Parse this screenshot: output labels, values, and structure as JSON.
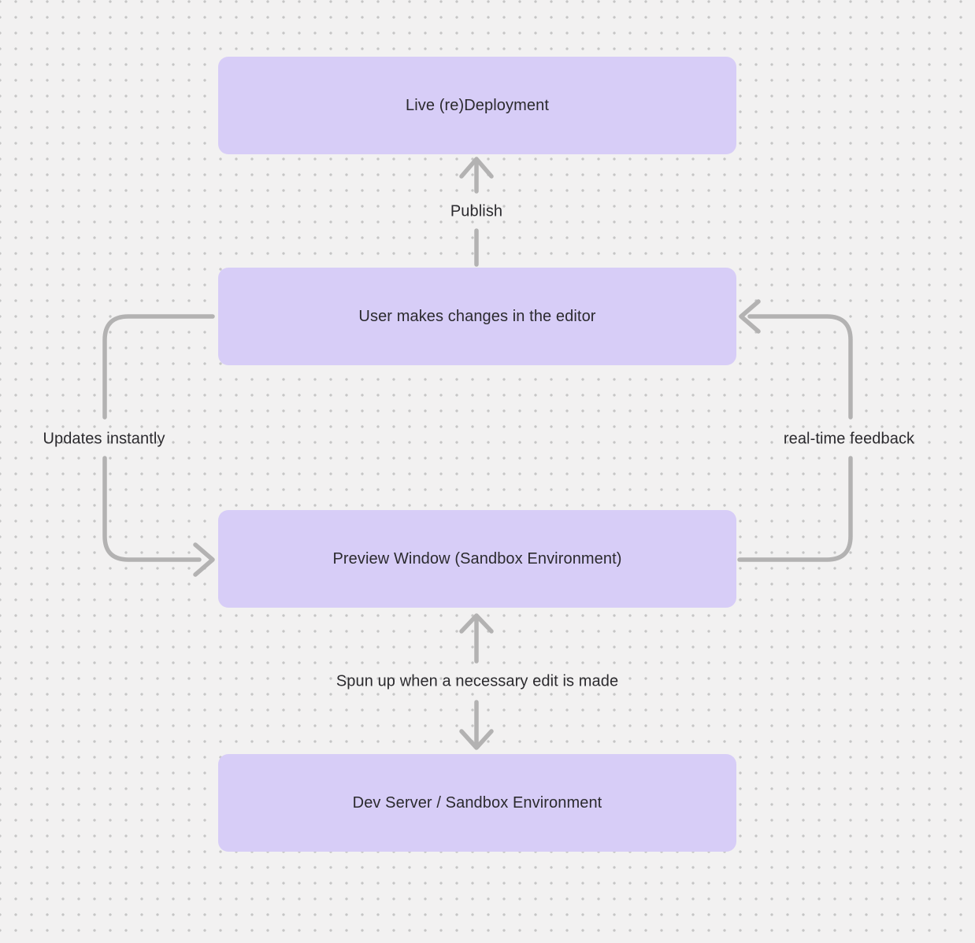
{
  "diagram": {
    "nodes": [
      {
        "id": "live-deployment",
        "label": "Live (re)Deployment"
      },
      {
        "id": "user-editor",
        "label": "User makes changes in the editor"
      },
      {
        "id": "preview-window",
        "label": "Preview Window (Sandbox Environment)"
      },
      {
        "id": "dev-server",
        "label": "Dev Server / Sandbox Environment"
      }
    ],
    "edges": [
      {
        "from": "user-editor",
        "to": "live-deployment",
        "label": "Publish",
        "direction": "up",
        "style": "straight-broken-by-label"
      },
      {
        "from": "user-editor",
        "to": "preview-window",
        "label": "Updates instantly",
        "side": "left",
        "direction": "down",
        "style": "rounded-elbow"
      },
      {
        "from": "preview-window",
        "to": "user-editor",
        "label": "real-time feedback",
        "side": "right",
        "direction": "up",
        "style": "rounded-elbow"
      },
      {
        "from": "preview-window",
        "to": "dev-server",
        "label": "Spun up when a necessary edit is made",
        "direction": "both",
        "style": "straight-broken-by-label"
      }
    ]
  },
  "colors": {
    "background": "#f2f1f1",
    "dot": "#c6c5c5",
    "node_fill": "#d7cdf7",
    "arrow": "#b3b2b2",
    "text": "#2b2a2e"
  }
}
